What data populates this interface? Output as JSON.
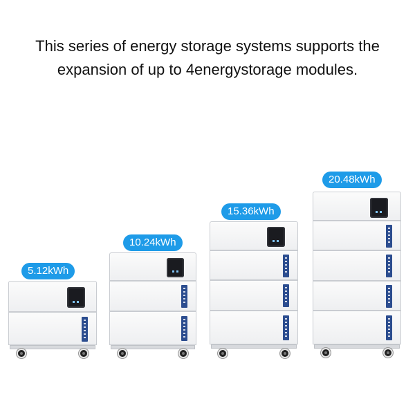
{
  "headline": {
    "line1": "This series of energy storage systems supports the",
    "line2": "expansion of up to 4energystorage modules."
  },
  "units": [
    {
      "label": "5.12kWh",
      "modules": 1
    },
    {
      "label": "10.24kWh",
      "modules": 2
    },
    {
      "label": "15.36kWh",
      "modules": 3
    },
    {
      "label": "20.48kWh",
      "modules": 4
    }
  ],
  "colors": {
    "badge": "#1e9be8",
    "stripe": "#2c4d8f",
    "screen": "#1a1b20"
  }
}
